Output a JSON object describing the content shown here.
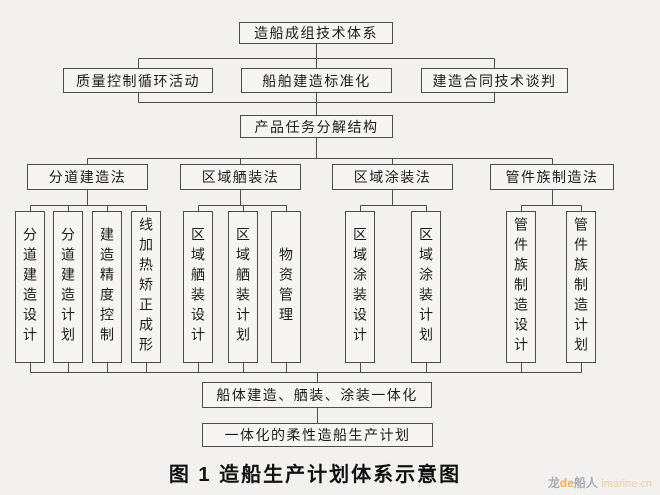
{
  "diagram": {
    "root": "造船成组技术体系",
    "level2": [
      "质量控制循环活动",
      "船舶建造标准化",
      "建造合同技术谈判"
    ],
    "task_breakdown": "产品任务分解结构",
    "methods": [
      "分道建造法",
      "区域舾装法",
      "区域涂装法",
      "管件族制造法"
    ],
    "sub_lane": [
      "分道建造设计",
      "分道建造计划",
      "建造精度控制",
      "线加热矫正成形"
    ],
    "sub_outfit": [
      "区域舾装设计",
      "区域舾装计划",
      "物资管理"
    ],
    "sub_paint": [
      "区域涂装设计",
      "区域涂装计划"
    ],
    "sub_pipe": [
      "管件族制造设计",
      "管件族制造计划"
    ],
    "integration": "船体建造、舾装、涂装一体化",
    "flexible_plan": "一体化的柔性造船生产计划"
  },
  "caption": "图 1 造船生产计划体系示意图",
  "watermark": {
    "brand_prefix": "龙",
    "brand_mid": "de",
    "brand_suffix": "船人",
    "domain": "imarine.cn"
  },
  "colors": {
    "background": "#f2f1ef",
    "line": "#4d4d4d",
    "text": "#1c1c1c",
    "watermark_gray": "#a9aeb6",
    "watermark_accent": "#f0b43c",
    "watermark_domain": "#eecfa5"
  }
}
